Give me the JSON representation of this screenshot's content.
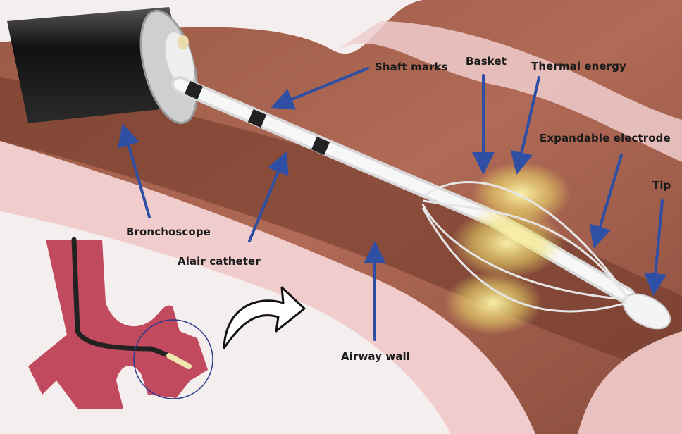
{
  "labels": {
    "shaft_marks": "Shaft marks",
    "basket": "Basket",
    "thermal_energy": "Thermal energy",
    "expandable_electrode": "Expandable electrode",
    "tip": "Tip",
    "bronchoscope": "Bronchoscope",
    "alair_catheter": "Alair catheter",
    "airway_wall": "Airway wall"
  },
  "colors": {
    "background": "#f4eeee",
    "airway_tissue": "#a0604e",
    "airway_wall": "#f0cccc",
    "arrow": "#2f4fa4",
    "bronchoscope": "#1a1a1a",
    "catheter": "#f7f7f7",
    "thermal_glow": "#f1e27a"
  }
}
